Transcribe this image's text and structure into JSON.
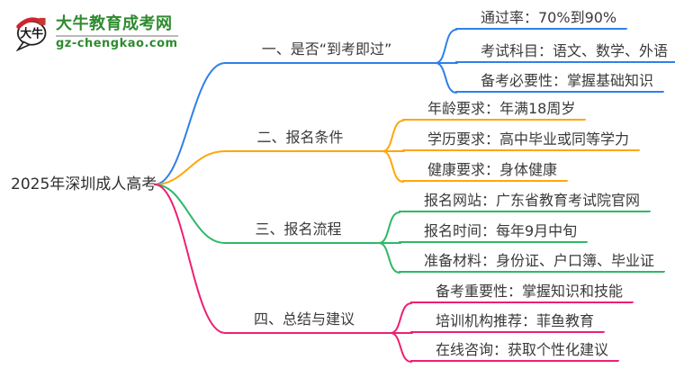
{
  "logo": {
    "site_name": "大牛教育成考网",
    "site_url": "gz-chengkao.com",
    "icon_text": "大牛",
    "brand_color": "#2e8b2f"
  },
  "central_topic": "2025年深圳成人高考",
  "branches": [
    {
      "label": "一、是否“到考即过”",
      "color": "#2f80e8",
      "items": [
        "通过率：70%到90%",
        "考试科目：语文、数学、外语",
        "备考必要性：掌握基础知识"
      ]
    },
    {
      "label": "二、报名条件",
      "color": "#ffa60a",
      "items": [
        "年龄要求：年满18周岁",
        "学历要求：高中毕业或同等学力",
        "健康要求：身体健康"
      ]
    },
    {
      "label": "三、报名流程",
      "color": "#2fb868",
      "items": [
        "报名网站：广东省教育考试院官网",
        "报名时间：每年9月中旬",
        "准备材料：身份证、户口簿、毕业证"
      ]
    },
    {
      "label": "四、总结与建议",
      "color": "#ee1f72",
      "items": [
        "备考重要性：掌握知识和技能",
        "培训机构推荐：菲鱼教育",
        "在线咨询：获取个性化建议"
      ]
    }
  ]
}
